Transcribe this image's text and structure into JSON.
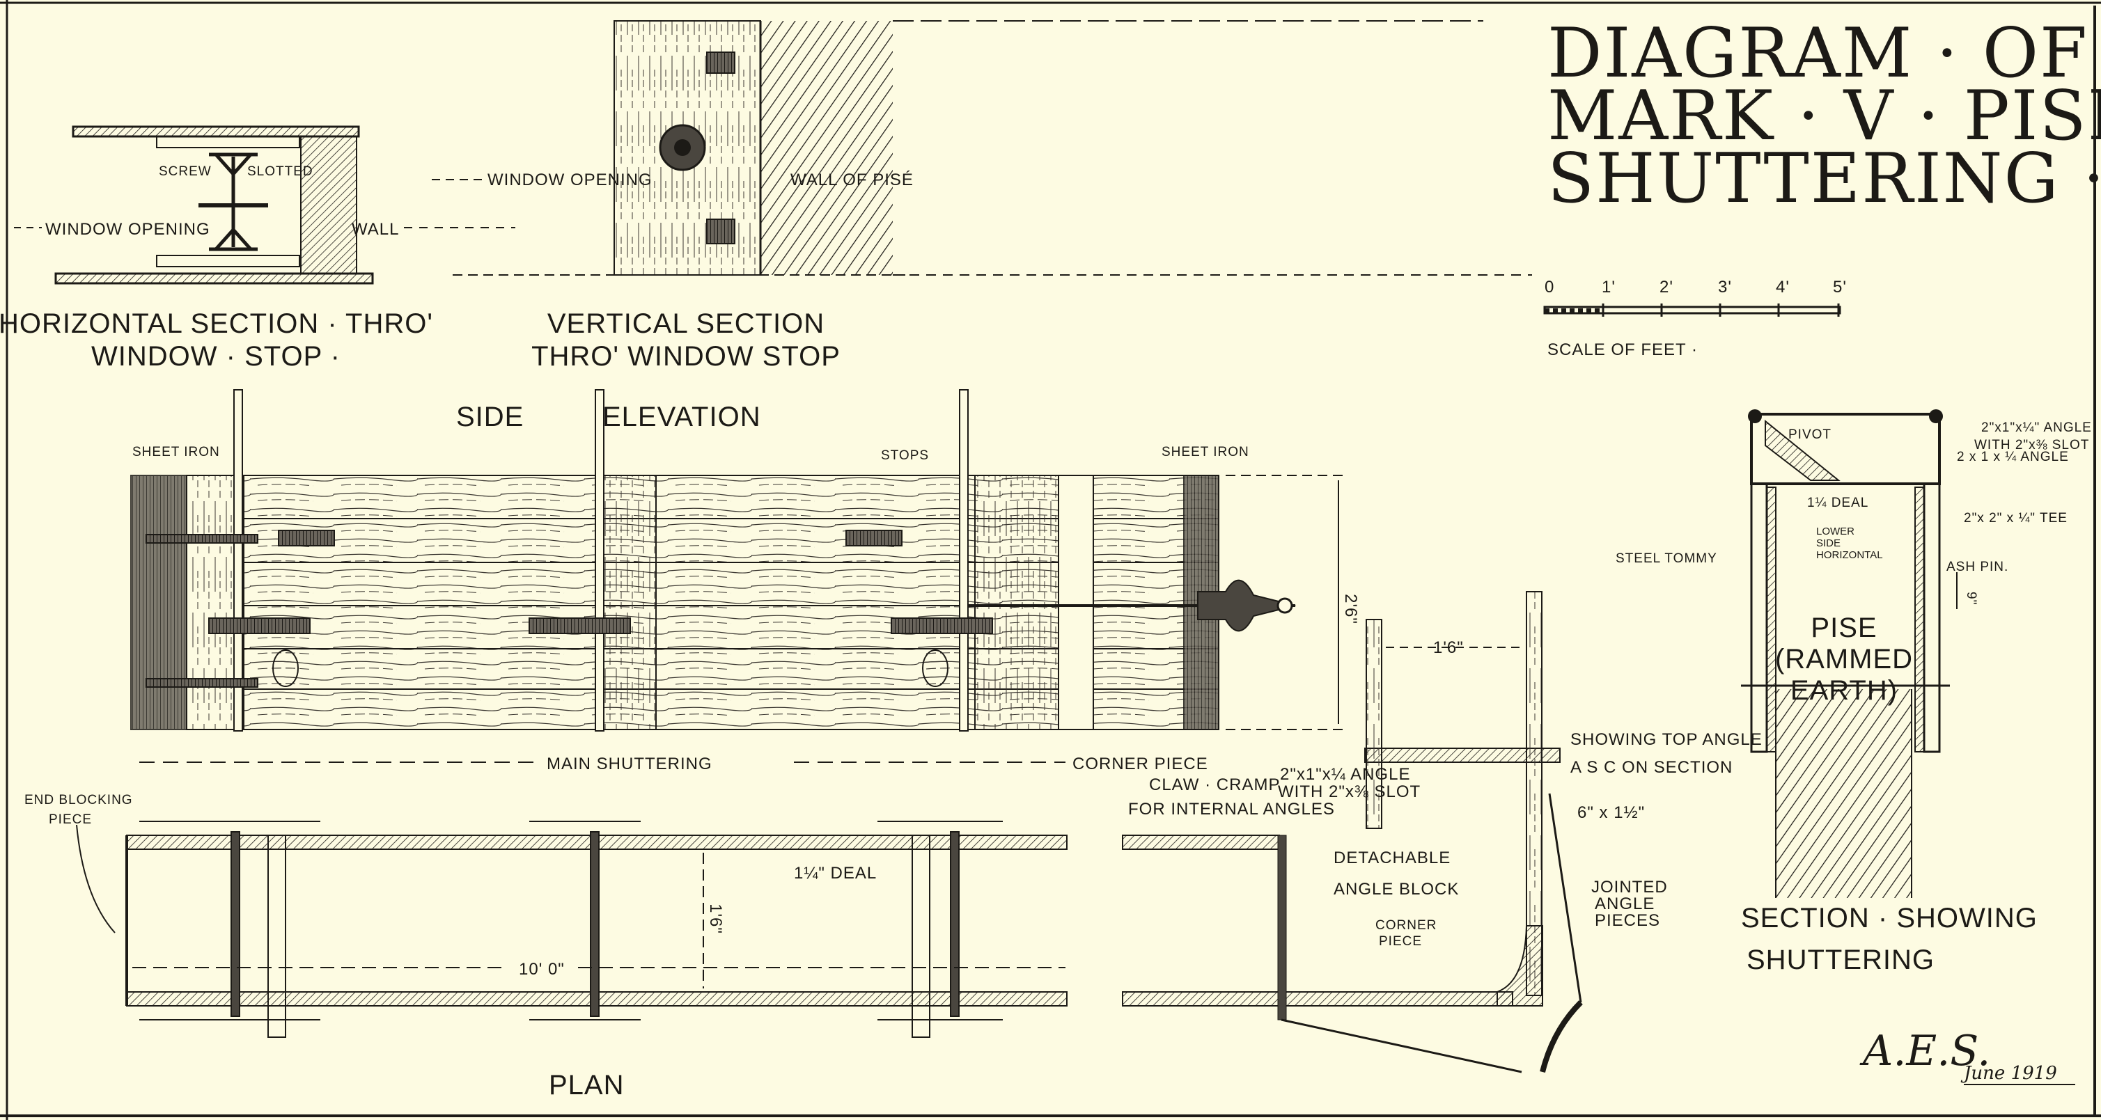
{
  "title": {
    "line1": "DIAGRAM · OF",
    "line2": "MARK · V · PISÉ",
    "line3": "SHUTTERING ·"
  },
  "scale": {
    "ticks": [
      "0",
      "1'",
      "2'",
      "3'",
      "4'",
      "5'"
    ],
    "label": "SCALE OF FEET ·"
  },
  "horizontal_section": {
    "caption1": "HORIZONTAL SECTION · THRO'",
    "caption2": "WINDOW · STOP ·",
    "window_opening": "WINDOW OPENING",
    "wall": "WALL",
    "screw": "SCREW",
    "slotted": "SLOTTED"
  },
  "vertical_section": {
    "caption1": "VERTICAL SECTION",
    "caption2": "THRO' WINDOW STOP",
    "window_opening": "WINDOW OPENING",
    "wall_of_pise": "WALL OF PISÉ"
  },
  "side_elevation": {
    "caption_side": "SIDE",
    "caption_elevation": "ELEVATION",
    "sheet_iron_left": "SHEET IRON",
    "sheet_iron_right": "SHEET IRON",
    "stops": "STOPS",
    "height_dim": "2'6\""
  },
  "plan": {
    "caption": "PLAN",
    "main_shuttering": "MAIN SHUTTERING",
    "corner_piece": "CORNER PIECE",
    "end_blocking_1": "END BLOCKING",
    "end_blocking_2": "PIECE",
    "deal": "1¼\" DEAL",
    "length_dim": "10' 0\"",
    "width_dim": "1'6\""
  },
  "corner_plan": {
    "width_dim": "1'6\"",
    "claw_cramp": "CLAW · CRAMP",
    "internal_angles": "FOR INTERNAL ANGLES",
    "angle_spec1": "2\"x1\"x¼ ANGLE",
    "angle_spec2": "WITH 2\"x⅜ SLOT",
    "showing_top_angle": "SHOWING TOP ANGLE",
    "asc_on_section": "A S C ON SECTION",
    "strap": "6\" x 1½\"",
    "detachable": "DETACHABLE",
    "angle_block": "ANGLE BLOCK",
    "corner_piece_1": "CORNER",
    "corner_piece_2": "PIECE",
    "jointed_1": "JOINTED",
    "jointed_2": "ANGLE",
    "jointed_3": "PIECES"
  },
  "cross_section": {
    "top_angle1": "2\"x1\"x¼\" ANGLE",
    "top_angle2": "WITH 2\"x⅜ SLOT",
    "pivot": "PIVOT",
    "angle2": "2 x 1 x ¼ ANGLE",
    "deal": "1¼ DEAL",
    "tee": "2\"x 2\" x ¼\" TEE",
    "lower1": "LOWER",
    "lower2": "SIDE",
    "lower3": "HORIZONTAL",
    "steel_tommy": "STEEL TOMMY",
    "ash_pin": "ASH PIN.",
    "dim": "9\"",
    "pise1": "PISE",
    "pise2": "(RAMMED",
    "pise3": "EARTH)",
    "caption1": "SECTION · SHOWING",
    "caption2": "SHUTTERING"
  },
  "signature": {
    "initials": "A.E.S.",
    "date": "June 1919"
  }
}
